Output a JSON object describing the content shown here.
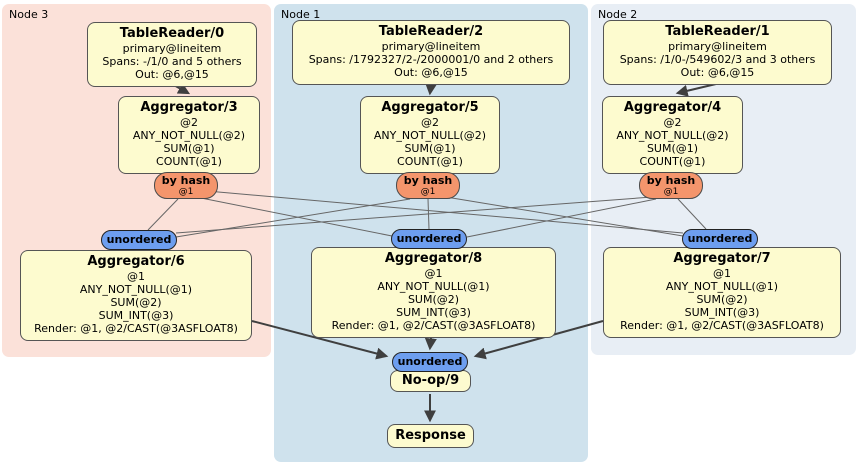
{
  "regions": {
    "node3": {
      "label": "Node 3"
    },
    "node1": {
      "label": "Node 1"
    },
    "node2": {
      "label": "Node 2"
    }
  },
  "processors": {
    "tablereader0": {
      "title": "TableReader/0",
      "lines": [
        "primary@lineitem",
        "Spans: -/1/0 and 5 others",
        "Out: @6,@15"
      ]
    },
    "tablereader2": {
      "title": "TableReader/2",
      "lines": [
        "primary@lineitem",
        "Spans: /1792327/2-/2000001/0 and 2 others",
        "Out: @6,@15"
      ]
    },
    "tablereader1": {
      "title": "TableReader/1",
      "lines": [
        "primary@lineitem",
        "Spans: /1/0-/549602/3 and 3 others",
        "Out: @6,@15"
      ]
    },
    "aggregator3": {
      "title": "Aggregator/3",
      "lines": [
        "@2",
        "ANY_NOT_NULL(@2)",
        "SUM(@1)",
        "COUNT(@1)"
      ]
    },
    "aggregator5": {
      "title": "Aggregator/5",
      "lines": [
        "@2",
        "ANY_NOT_NULL(@2)",
        "SUM(@1)",
        "COUNT(@1)"
      ]
    },
    "aggregator4": {
      "title": "Aggregator/4",
      "lines": [
        "@2",
        "ANY_NOT_NULL(@2)",
        "SUM(@1)",
        "COUNT(@1)"
      ]
    },
    "aggregator6": {
      "title": "Aggregator/6",
      "lines": [
        "@1",
        "ANY_NOT_NULL(@1)",
        "SUM(@2)",
        "SUM_INT(@3)",
        "Render: @1, @2/CAST(@3ASFLOAT8)"
      ]
    },
    "aggregator8": {
      "title": "Aggregator/8",
      "lines": [
        "@1",
        "ANY_NOT_NULL(@1)",
        "SUM(@2)",
        "SUM_INT(@3)",
        "Render: @1, @2/CAST(@3ASFLOAT8)"
      ]
    },
    "aggregator7": {
      "title": "Aggregator/7",
      "lines": [
        "@1",
        "ANY_NOT_NULL(@1)",
        "SUM(@2)",
        "SUM_INT(@3)",
        "Render: @1, @2/CAST(@3ASFLOAT8)"
      ]
    },
    "noop9": {
      "title": "No-op/9"
    },
    "response": {
      "title": "Response"
    }
  },
  "router": {
    "label": "by hash",
    "detail": "@1"
  },
  "sync": {
    "label": "unordered"
  },
  "colors": {
    "node3_bg": "#fbe1d9",
    "node1_bg": "#cfe2ed",
    "node2_bg": "#e8eef5",
    "box_fill": "#fdfbcf",
    "box_border": "#555555",
    "router_fill": "#f4956c",
    "sync_fill": "#6d9eef",
    "edge_thin": "#666666",
    "edge_thick": "#3f3f3f"
  }
}
